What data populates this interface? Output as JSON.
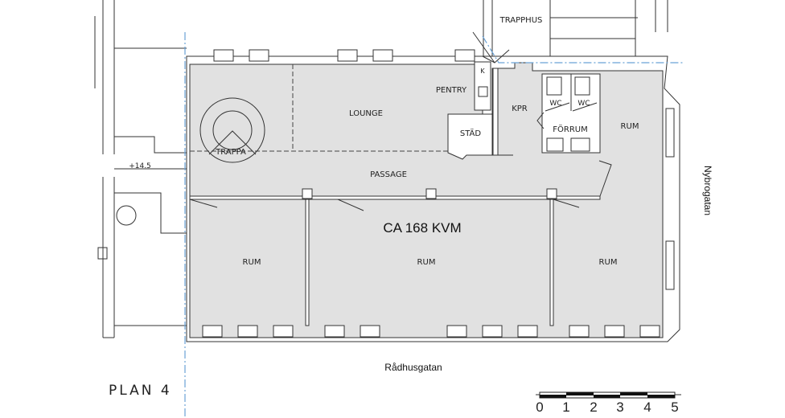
{
  "plan": {
    "title": "PLAN 4",
    "area_label": "CA 168 KVM",
    "level_mark": "+14.5",
    "streets": {
      "bottom": "Rådhusgatan",
      "right": "Nybrogatan"
    },
    "rooms": {
      "trapphus": "TRAPPHUS",
      "pentry": "PENTRY",
      "pentry_k": "K",
      "lounge": "LOUNGE",
      "trappa": "TRAPPA",
      "stad": "STÄD",
      "kpr": "KPR",
      "wc1": "WC",
      "wc2": "WC",
      "forrum": "FÖRRUM",
      "rum_right_upper": "RUM",
      "passage": "PASSAGE",
      "rum_left": "RUM",
      "rum_center": "RUM",
      "rum_right": "RUM"
    },
    "scale_bar": {
      "ticks": [
        "0",
        "1",
        "2",
        "3",
        "4",
        "5"
      ]
    },
    "colors": {
      "room_fill": "#e1e1e1",
      "axis_line": "#6aa2d6",
      "lines": "#333333"
    }
  }
}
